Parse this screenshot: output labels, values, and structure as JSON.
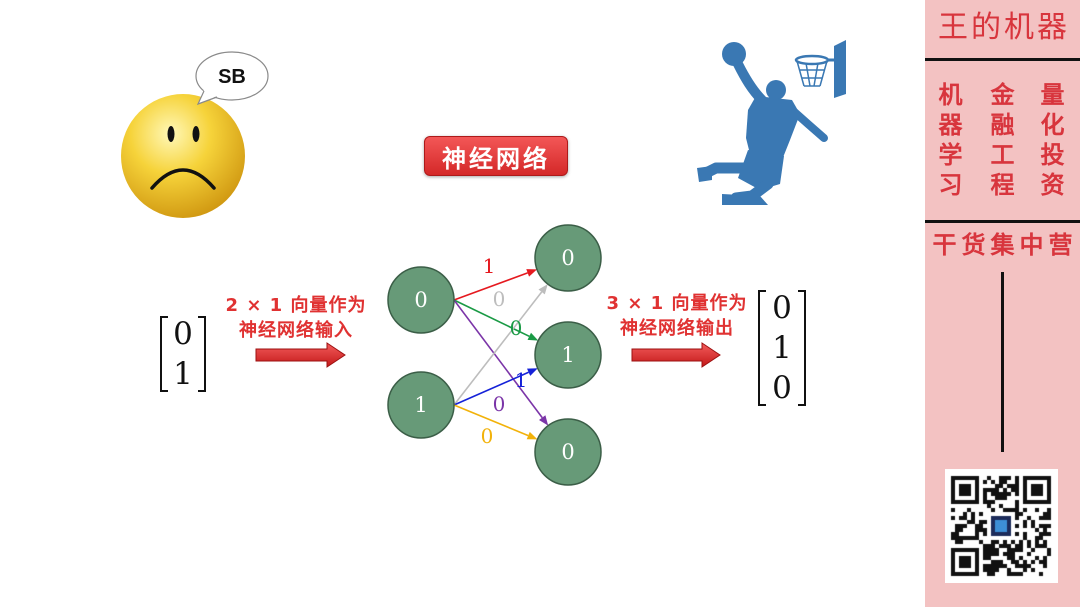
{
  "theme": {
    "accent": "#e23535",
    "background": "#ffffff"
  },
  "emoji": {
    "icon": "sad-face-icon",
    "speech_bubble": "SB"
  },
  "title_badge": {
    "label": "神经网络"
  },
  "illustration": {
    "icon": "basketball-dunk-icon",
    "color": "#3a78b3"
  },
  "input": {
    "caption": [
      "2 × 1 向量作为",
      "神经网络输入"
    ],
    "vector": [
      "0",
      "1"
    ]
  },
  "output": {
    "caption": [
      "3 × 1 向量作为",
      "神经网络输出"
    ],
    "vector": [
      "0",
      "1",
      "0"
    ]
  },
  "network": {
    "node_color": "#679a78",
    "input_nodes": [
      "0",
      "1"
    ],
    "output_nodes": [
      "0",
      "1",
      "0"
    ],
    "edges": [
      {
        "from": 0,
        "to": 0,
        "weight": "1",
        "color": "#e5191f"
      },
      {
        "from": 0,
        "to": 1,
        "weight": "0",
        "color": "#1a9a45"
      },
      {
        "from": 0,
        "to": 2,
        "weight": "0",
        "color": "#7b35a8"
      },
      {
        "from": 1,
        "to": 0,
        "weight": "0",
        "color": "#bdbdbd"
      },
      {
        "from": 1,
        "to": 1,
        "weight": "1",
        "color": "#1522d8"
      },
      {
        "from": 1,
        "to": 2,
        "weight": "0",
        "color": "#f2b20a"
      }
    ]
  },
  "sidebar": {
    "title": "王的机器",
    "columns": [
      "机器学习",
      "金融工程",
      "量化投资"
    ],
    "slogan": "干货集中营",
    "background": "#f3c2c2",
    "text_color": "#d8353d",
    "qr_icon": "qr-code"
  }
}
